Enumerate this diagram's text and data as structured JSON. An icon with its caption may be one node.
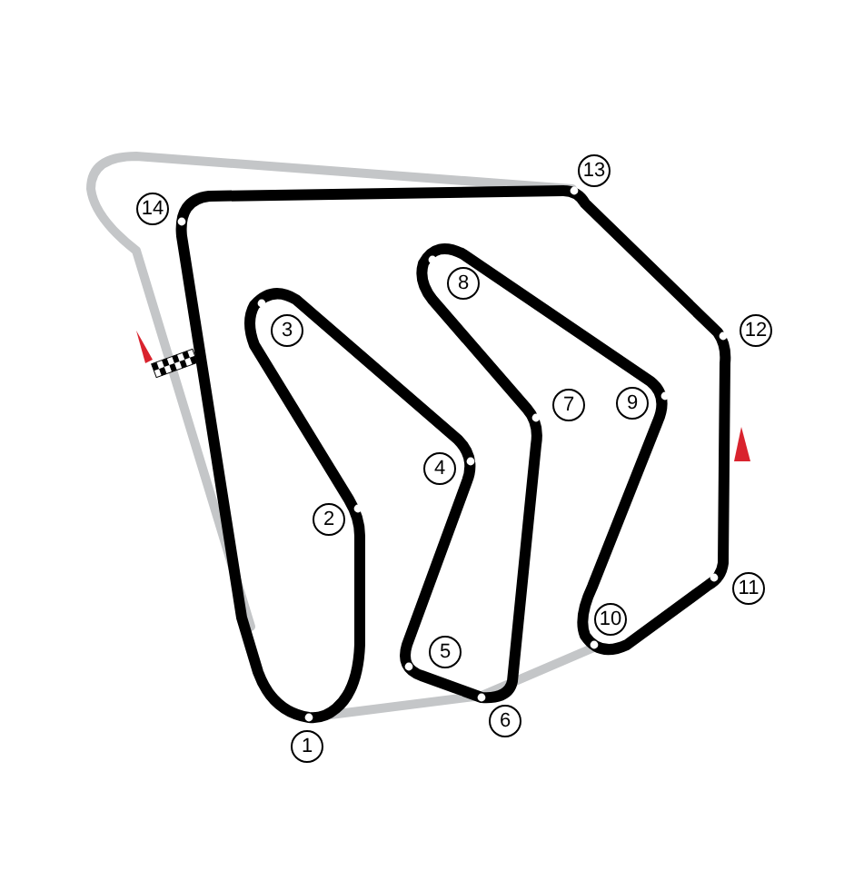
{
  "diagram": {
    "nodes": [
      {
        "text": [
          "13"
        ]
      },
      {
        "text": [
          "14"
        ]
      },
      {
        "text": [
          "8"
        ]
      },
      {
        "text": [
          "3"
        ]
      },
      {
        "text": [
          "12"
        ]
      },
      {
        "text": [
          "7"
        ]
      },
      {
        "text": [
          "9"
        ]
      },
      {
        "text": [
          "4"
        ]
      },
      {
        "text": [
          "2"
        ]
      },
      {
        "text": [
          "11"
        ]
      },
      {
        "text": [
          "10"
        ]
      },
      {
        "text": [
          "5"
        ]
      },
      {
        "text": [
          "6"
        ]
      },
      {
        "text": [
          "1"
        ]
      }
    ]
  }
}
